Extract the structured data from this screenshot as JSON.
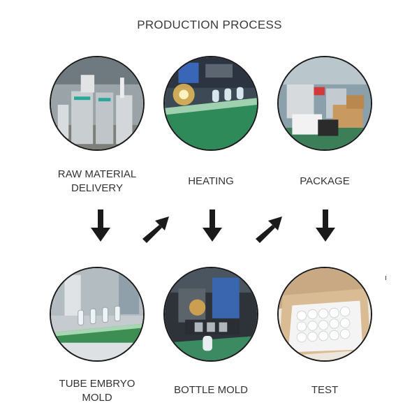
{
  "title": "PRODUCTION PROCESS",
  "steps": {
    "raw_material": {
      "label": "RAW MATERIAL\nDELIVERY",
      "photo": "factory-dryer-machines-photo"
    },
    "heating": {
      "label": "HEATING",
      "photo": "heating-conveyor-photo"
    },
    "package": {
      "label": "PACKAGE",
      "photo": "packaging-area-photo"
    },
    "tube_embryo": {
      "label": "TUBE EMBRYO\nMOLD",
      "photo": "preform-conveyor-photo"
    },
    "bottle_mold": {
      "label": "BOTTLE MOLD",
      "photo": "blow-molding-machine-photo"
    },
    "test": {
      "label": "TEST",
      "photo": "cartoned-bottles-photo"
    }
  },
  "arrows": {
    "down": "arrow-down-icon",
    "diagonal": "arrow-up-right-icon"
  },
  "colors": {
    "arrow": "#1a1a1a",
    "circle_border": "#1a1a1a",
    "text": "#333333"
  }
}
